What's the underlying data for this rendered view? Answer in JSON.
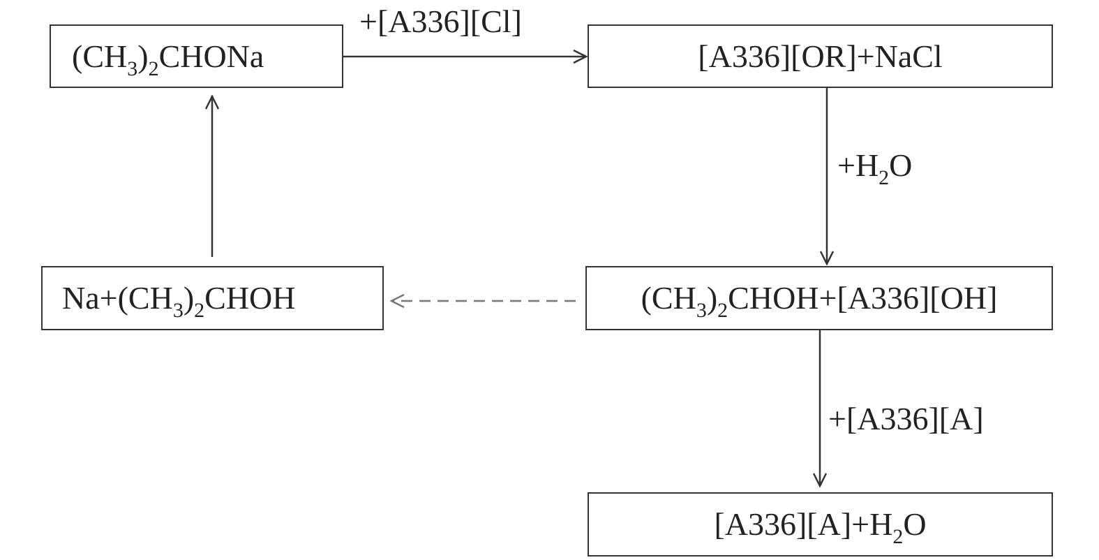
{
  "boxes": {
    "sodium_isopropoxide": {
      "pre": "(CH",
      "sub1": "3",
      "mid": ")",
      "sub2": "2",
      "post": "CHONa"
    },
    "a336_or_nacl": {
      "text": "[A336][OR]+NaCl"
    },
    "na_isopropanol": {
      "pre": "Na+(CH",
      "sub1": "3",
      "mid": ")",
      "sub2": "2",
      "post": "CHOH"
    },
    "isopropanol_a336_oh": {
      "pre": "(CH",
      "sub1": "3",
      "mid": ")",
      "sub2": "2",
      "post": "CHOH+[A336][OH]"
    },
    "a336_a_h2o": {
      "pre": "[A336][A]+H",
      "sub": "2",
      "post": "O"
    }
  },
  "labels": {
    "add_a336_cl": "+[A336][Cl]",
    "add_h2o": {
      "pre": "+H",
      "sub": "2",
      "post": "O"
    },
    "add_a336_a": "+[A336][A]"
  },
  "colors": {
    "line": "#333333",
    "dashed_line": "#777777",
    "text": "#222222"
  }
}
